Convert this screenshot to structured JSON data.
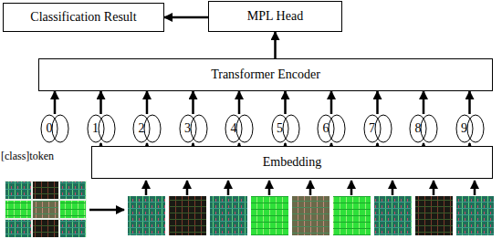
{
  "diagram": {
    "nodes": [
      {
        "text": [
          "Classification Result"
        ]
      },
      {
        "text": [
          "MPL Head"
        ]
      },
      {
        "text": [
          "Transformer  Encoder"
        ]
      },
      {
        "text": [
          "0"
        ]
      },
      {
        "text": [
          "1"
        ]
      },
      {
        "text": [
          "2"
        ]
      },
      {
        "text": [
          "3"
        ]
      },
      {
        "text": [
          "4"
        ]
      },
      {
        "text": [
          "5"
        ]
      },
      {
        "text": [
          "6"
        ]
      },
      {
        "text": [
          "7"
        ]
      },
      {
        "text": [
          "8"
        ]
      },
      {
        "text": [
          "9"
        ]
      },
      {
        "text": [
          "Embedding"
        ]
      }
    ],
    "edges": [
      {
        "from": 1,
        "to": 0,
        "arrow": "to"
      },
      {
        "from": 2,
        "to": 1,
        "arrow": "to"
      },
      {
        "from": 3,
        "to": 2,
        "arrow": "to"
      },
      {
        "from": 4,
        "to": 2,
        "arrow": "to"
      },
      {
        "from": 5,
        "to": 2,
        "arrow": "to"
      },
      {
        "from": 6,
        "to": 2,
        "arrow": "to"
      },
      {
        "from": 7,
        "to": 2,
        "arrow": "to"
      },
      {
        "from": 8,
        "to": 2,
        "arrow": "to"
      },
      {
        "from": 9,
        "to": 2,
        "arrow": "to"
      },
      {
        "from": 10,
        "to": 2,
        "arrow": "to"
      },
      {
        "from": 11,
        "to": 2,
        "arrow": "to"
      },
      {
        "from": 12,
        "to": 2,
        "arrow": "to"
      },
      {
        "from": 13,
        "to": 4,
        "arrow": "to"
      },
      {
        "from": 13,
        "to": 5,
        "arrow": "to"
      },
      {
        "from": 13,
        "to": 6,
        "arrow": "to"
      },
      {
        "from": 13,
        "to": 7,
        "arrow": "to"
      },
      {
        "from": 13,
        "to": 8,
        "arrow": "to"
      },
      {
        "from": 13,
        "to": 9,
        "arrow": "to"
      },
      {
        "from": 13,
        "to": 10,
        "arrow": "to"
      },
      {
        "from": 13,
        "to": 11,
        "arrow": "to"
      },
      {
        "from": 13,
        "to": 12,
        "arrow": "to"
      }
    ],
    "labels": [
      "[class]token"
    ]
  }
}
